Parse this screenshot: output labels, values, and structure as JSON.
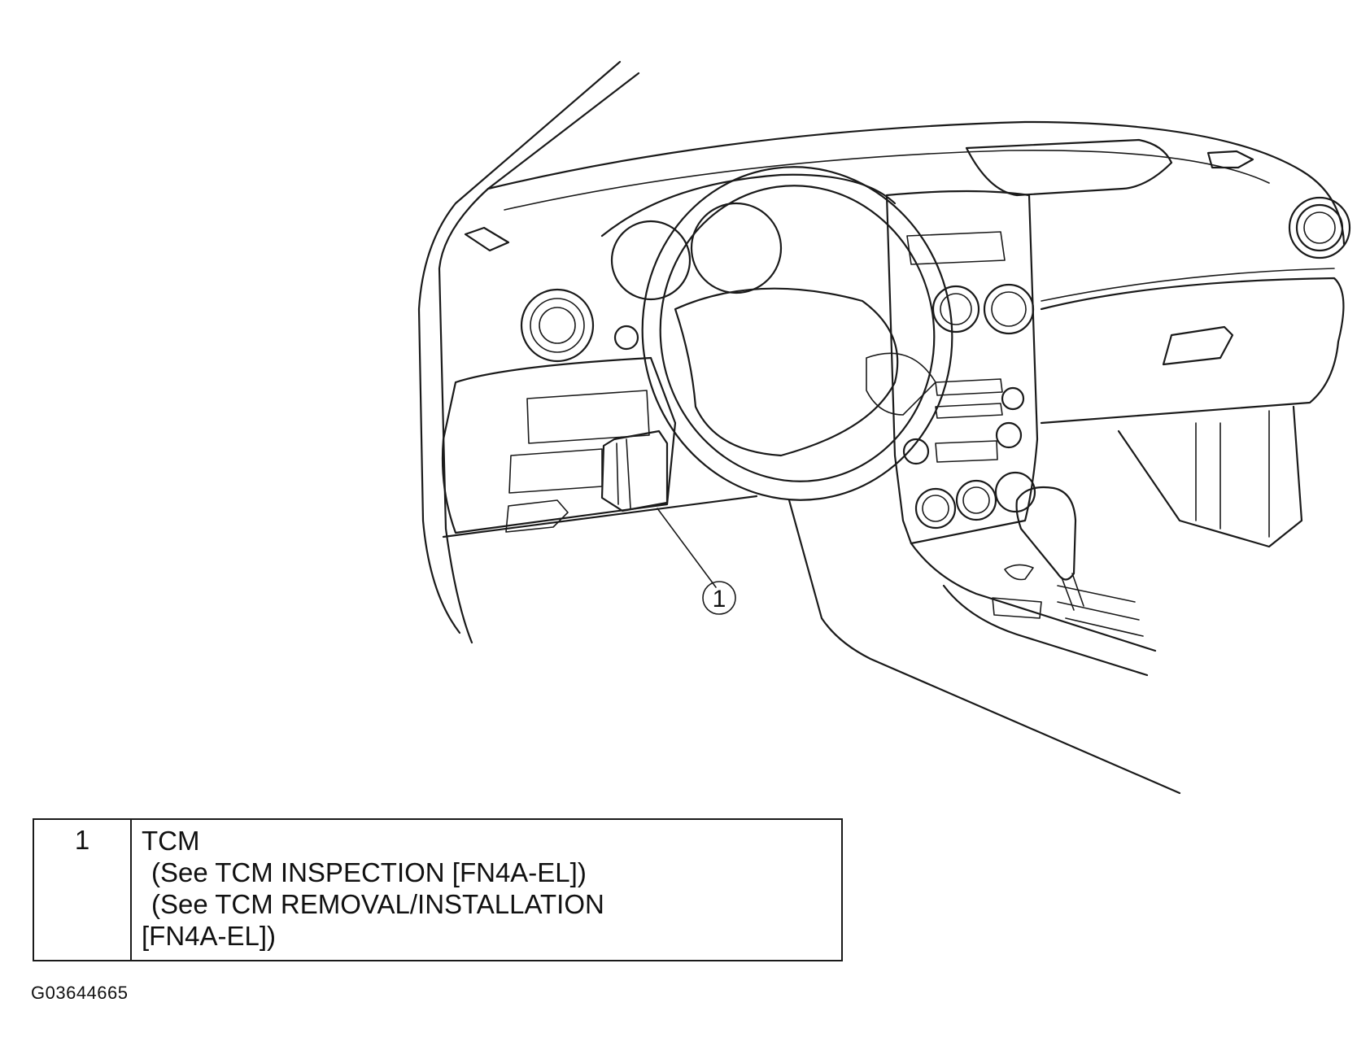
{
  "diagram": {
    "callouts": [
      {
        "number": "1"
      }
    ]
  },
  "legend": {
    "rows": [
      {
        "number": "1",
        "lines": [
          "TCM",
          "(See TCM INSPECTION [FN4A-EL])",
          "(See TCM REMOVAL/INSTALLATION",
          "[FN4A-EL])"
        ]
      }
    ]
  },
  "figure_id": "G03644665",
  "colors": {
    "line": "#1a1a1a",
    "background": "#ffffff"
  }
}
